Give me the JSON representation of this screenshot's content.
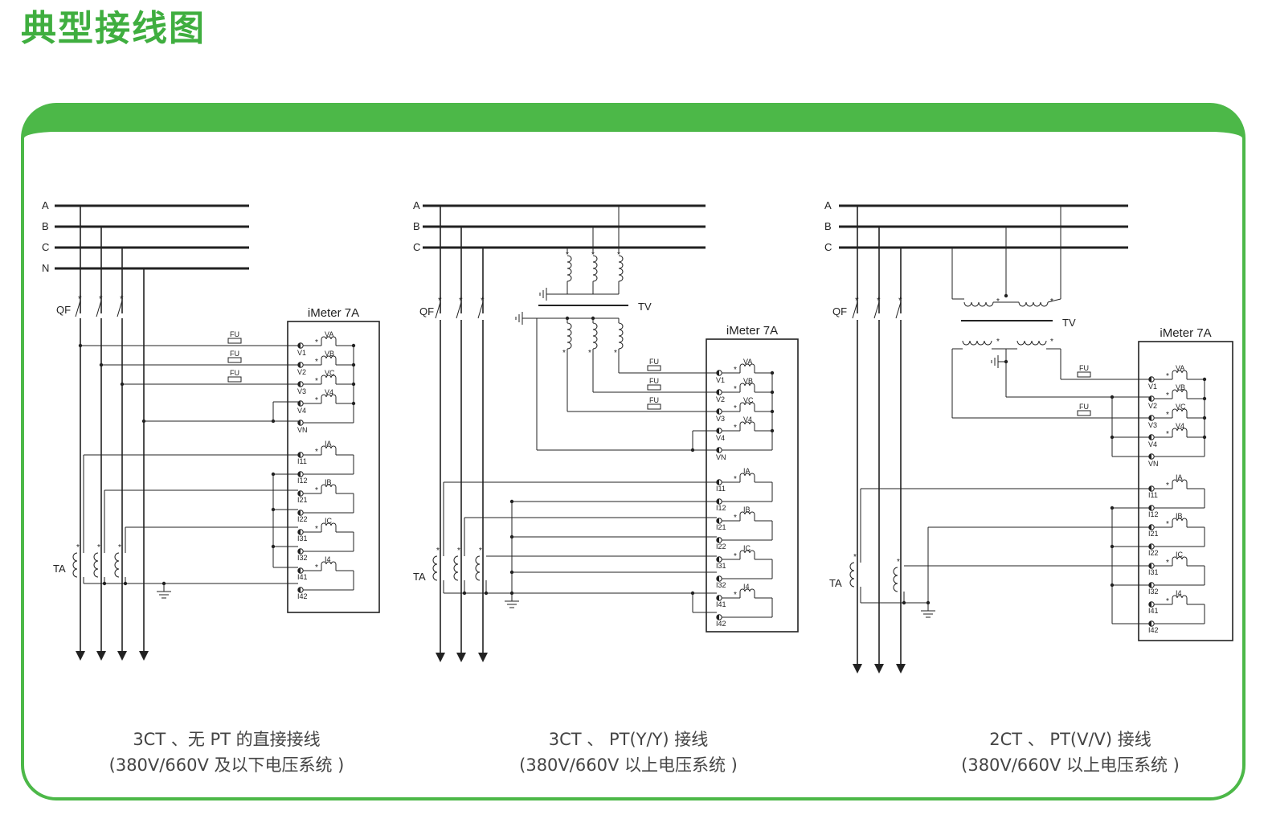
{
  "title": "典型接线图",
  "colors": {
    "accent": "#4cb848",
    "line": "#222222"
  },
  "diagrams": [
    {
      "meter_label": "iMeter 7A",
      "bus_labels": [
        "A",
        "B",
        "C",
        "N"
      ],
      "breaker_label": "QF",
      "ct_label": "TA",
      "pt_label": "",
      "fuse_label": "FU",
      "voltage_terminals": [
        "V1",
        "V2",
        "V3",
        "V4",
        "VN"
      ],
      "voltage_coils": [
        "VA",
        "VB",
        "VC",
        "V4"
      ],
      "current_terminals": [
        "I11",
        "I12",
        "I21",
        "I22",
        "I31",
        "I32",
        "I41",
        "I42"
      ],
      "current_coils": [
        "IA",
        "IB",
        "IC",
        "I4"
      ],
      "caption_line1": "3CT 、无 PT 的直接接线",
      "caption_line2": "(380V/660V 及以下电压系统 )"
    },
    {
      "meter_label": "iMeter 7A",
      "bus_labels": [
        "A",
        "B",
        "C"
      ],
      "breaker_label": "QF",
      "ct_label": "TA",
      "pt_label": "TV",
      "fuse_label": "FU",
      "voltage_terminals": [
        "V1",
        "V2",
        "V3",
        "V4",
        "VN"
      ],
      "voltage_coils": [
        "VA",
        "VB",
        "VC",
        "V4"
      ],
      "current_terminals": [
        "I11",
        "I12",
        "I21",
        "I22",
        "I31",
        "I32",
        "I41",
        "I42"
      ],
      "current_coils": [
        "IA",
        "IB",
        "IC",
        "I4"
      ],
      "caption_line1": "3CT 、 PT(Y/Y) 接线",
      "caption_line2": "(380V/660V 以上电压系统 )"
    },
    {
      "meter_label": "iMeter 7A",
      "bus_labels": [
        "A",
        "B",
        "C"
      ],
      "breaker_label": "QF",
      "ct_label": "TA",
      "pt_label": "TV",
      "fuse_label": "FU",
      "voltage_terminals": [
        "V1",
        "V2",
        "V3",
        "V4",
        "VN"
      ],
      "voltage_coils": [
        "VA",
        "VB",
        "VC",
        "V4"
      ],
      "current_terminals": [
        "I11",
        "I12",
        "I21",
        "I22",
        "I31",
        "I32",
        "I41",
        "I42"
      ],
      "current_coils": [
        "IA",
        "IB",
        "IC",
        "I4"
      ],
      "caption_line1": "2CT 、 PT(V/V) 接线",
      "caption_line2": "(380V/660V 以上电压系统 )"
    }
  ]
}
